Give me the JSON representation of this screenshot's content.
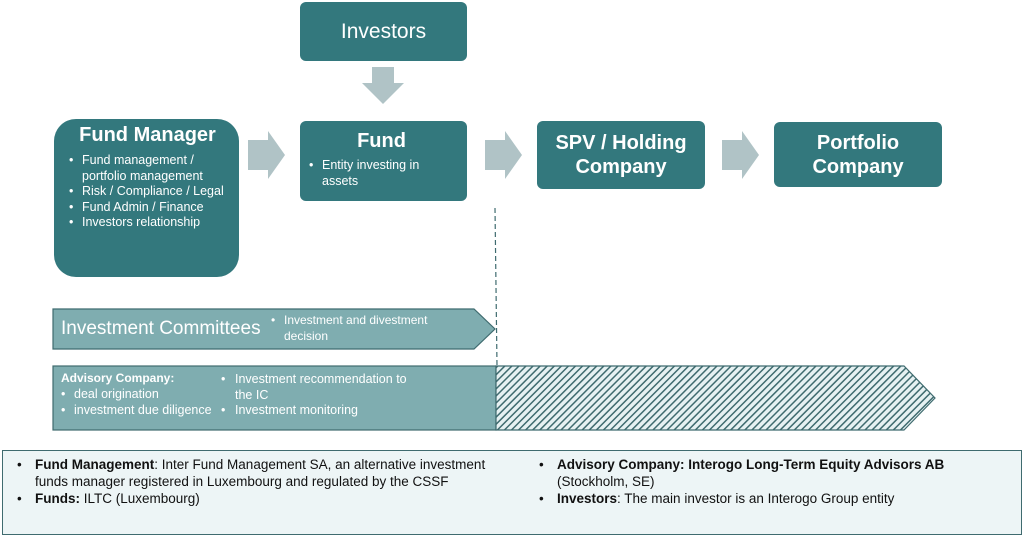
{
  "colors": {
    "box": "#33787d",
    "arrow": "#b0c3c6",
    "band": "#7fadb0",
    "band_border": "#3f6b6f",
    "footer_bg": "#edf5f6"
  },
  "investors": {
    "label": "Investors"
  },
  "fund_manager": {
    "title": "Fund Manager",
    "items": [
      "Fund management / portfolio management",
      "Risk / Compliance / Legal",
      "Fund Admin / Finance",
      "Investors relationship"
    ]
  },
  "fund": {
    "title": "Fund",
    "items": [
      "Entity investing in assets"
    ]
  },
  "spv": {
    "title": "SPV / Holding Company"
  },
  "portfolio": {
    "title": "Portfolio Company"
  },
  "investment_committees": {
    "label": "Investment Committees",
    "items": [
      "Investment and divestment decision"
    ]
  },
  "advisory_company": {
    "label": "Advisory Company:",
    "left_items": [
      "deal origination",
      "investment due diligence"
    ],
    "right_items": [
      "Investment recommendation to the IC",
      "Investment monitoring"
    ]
  },
  "footer": {
    "left": [
      {
        "bold": "Fund Management",
        "text": ": Inter Fund Management SA, an alternative investment funds manager registered in Luxembourg and regulated by the CSSF"
      },
      {
        "bold": "Funds:",
        "text": " ILTC (Luxembourg)"
      }
    ],
    "right": [
      {
        "bold": "Advisory Company: Interogo Long-Term Equity Advisors AB",
        "text": " (Stockholm, SE)"
      },
      {
        "bold": "Investors",
        "text": ": The main investor is an Interogo Group entity"
      }
    ]
  }
}
